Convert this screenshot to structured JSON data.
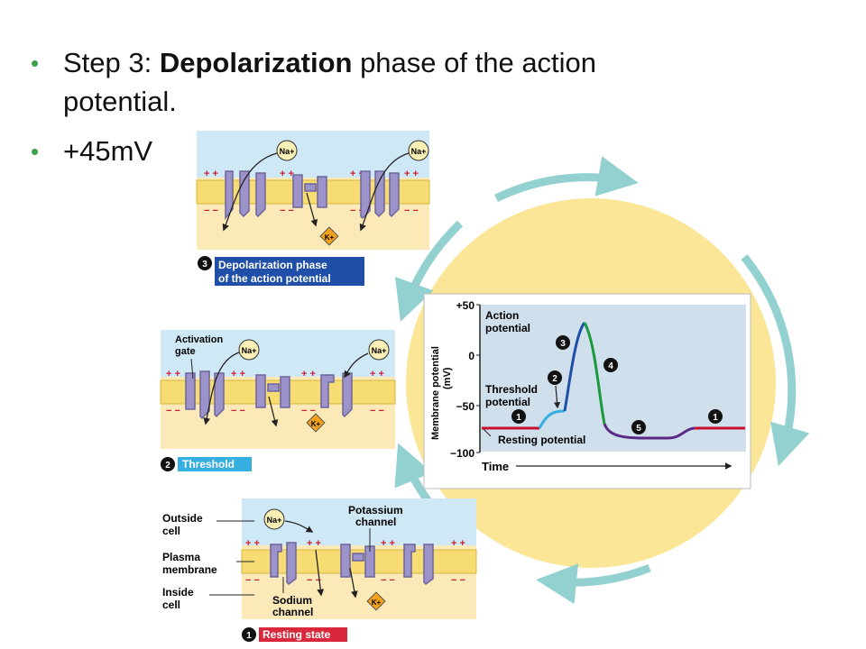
{
  "slide": {
    "bullet1_prefix": "Step 3: ",
    "bullet1_bold": "Depolarization",
    "bullet1_suffix": " phase of the action",
    "bullet1_cont": "potential.",
    "bullet2": "+45mV"
  },
  "figure": {
    "ion_na": "Na+",
    "ion_k": "K+",
    "panel3": {
      "num": "3",
      "label_line1": "Depolarization phase",
      "label_line2": "of the action potential"
    },
    "panel2": {
      "num": "2",
      "label": "Threshold",
      "activation_gate_1": "Activation",
      "activation_gate_2": "gate"
    },
    "panel1": {
      "num": "1",
      "label": "Resting state",
      "outside_1": "Outside",
      "outside_2": "cell",
      "plasma_1": "Plasma",
      "plasma_2": "membrane",
      "inside_1": "Inside",
      "inside_2": "cell",
      "potassium_1": "Potassium",
      "potassium_2": "channel",
      "sodium_1": "Sodium",
      "sodium_2": "channel"
    },
    "graph": {
      "y_ticks": [
        "+50",
        "0",
        "−50",
        "−100"
      ],
      "ylabel_1": "Membrane potential",
      "ylabel_2": "(mV)",
      "xlabel": "Time",
      "action_1": "Action",
      "action_2": "potential",
      "threshold_1": "Threshold",
      "threshold_2": "potential",
      "resting": "Resting potential",
      "markers": [
        "1",
        "2",
        "3",
        "4",
        "5",
        "1"
      ]
    },
    "colors": {
      "resting": "#c8102e",
      "threshold": "#35aee2",
      "depolarization": "#1f4fa8",
      "repolarization": "#1a9a3c",
      "hyperpolarization": "#5b2a86",
      "circle": "#fbe596",
      "arrows": "#93d1d0"
    }
  }
}
